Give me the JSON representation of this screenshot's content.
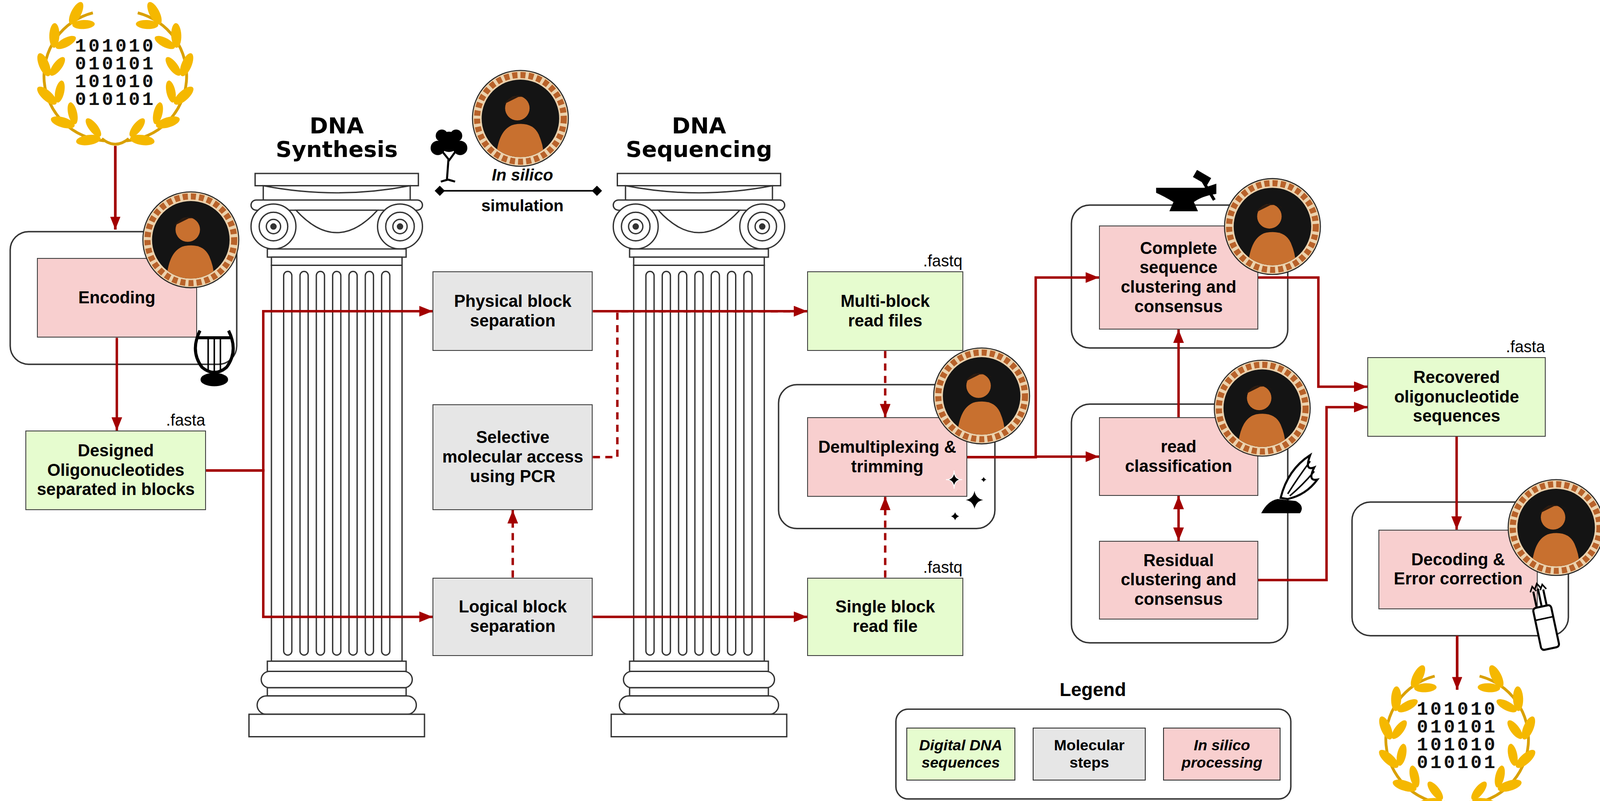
{
  "diagram": {
    "nodes": [
      {
        "text": [
          "Encoding"
        ]
      },
      {
        "text": [
          "Designed Oligonucleotides separated in blocks",
          ".fasta"
        ]
      },
      {
        "text": [
          "Physical block separation"
        ]
      },
      {
        "text": [
          "Selective molecular access using PCR"
        ]
      },
      {
        "text": [
          "Logical block separation"
        ]
      },
      {
        "text": [
          "Multi-block read files",
          ".fastq"
        ]
      },
      {
        "text": [
          "Demultiplexing & trimming"
        ]
      },
      {
        "text": [
          "Single block read file",
          ".fastq"
        ]
      },
      {
        "text": [
          "Complete sequence clustering and consensus"
        ]
      },
      {
        "text": [
          "read classification"
        ]
      },
      {
        "text": [
          "Residual clustering and consensus"
        ]
      },
      {
        "text": [
          "Recovered oligonucleotide sequences",
          ".fasta"
        ]
      },
      {
        "text": [
          "Decoding & Error correction"
        ]
      }
    ],
    "edges": [
      {
        "from": 0,
        "to": 1,
        "arrow": "to"
      },
      {
        "from": 1,
        "to": 2,
        "arrow": "to"
      },
      {
        "from": 1,
        "to": 4,
        "arrow": "to"
      },
      {
        "from": 2,
        "to": 5,
        "arrow": "to"
      },
      {
        "from": 4,
        "to": 3,
        "arrow": "to"
      },
      {
        "from": 3,
        "to": 5,
        "arrow": "to"
      },
      {
        "from": 4,
        "to": 7,
        "arrow": "to"
      },
      {
        "from": 5,
        "to": 6,
        "arrow": "to"
      },
      {
        "from": 7,
        "to": 6,
        "arrow": "to"
      },
      {
        "from": 6,
        "to": 8,
        "arrow": "to"
      },
      {
        "from": 6,
        "to": 9,
        "arrow": "to"
      },
      {
        "from": 9,
        "to": 8,
        "arrow": "to"
      },
      {
        "from": 9,
        "to": 10,
        "arrow": "both"
      },
      {
        "from": 8,
        "to": 11,
        "arrow": "to"
      },
      {
        "from": 10,
        "to": 11,
        "arrow": "to"
      },
      {
        "from": 11,
        "to": 12,
        "arrow": "to"
      }
    ],
    "labels": [
      "101010 010101 101010 010101",
      "DNA Synthesis",
      "In silico",
      "simulation",
      "DNA Sequencing",
      "Legend",
      "101010 010101 101010 010101"
    ],
    "legend": [
      {
        "text": "Digital DNA sequences",
        "color": "#e6fccf"
      },
      {
        "text": "Molecular steps",
        "color": "#e6e6e6"
      },
      {
        "text": "In silico processing",
        "color": "#f8cfcf"
      }
    ]
  }
}
